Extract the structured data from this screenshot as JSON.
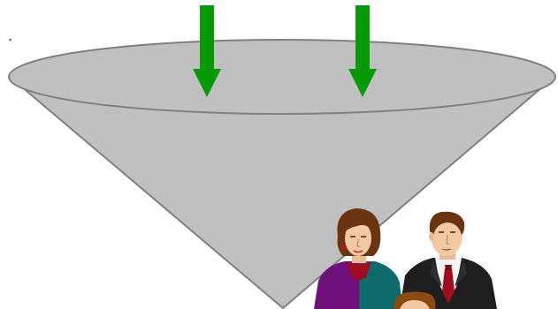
{
  "diagram": {
    "arrows": [
      {
        "name": "left-inflow-arrow",
        "direction": "down"
      },
      {
        "name": "right-inflow-arrow",
        "direction": "down"
      }
    ],
    "funnel": {
      "shape": "inverted-cone"
    },
    "people": [
      "woman-figure",
      "man-figure",
      "child-figure"
    ]
  },
  "colors": {
    "funnel_fill": "#c0c0c0",
    "funnel_stroke": "#808080",
    "arrow_green": "#079a07",
    "woman_jacket_purple": "#6e0f7a",
    "woman_jacket_teal": "#0f6b6b",
    "man_suit": "#1e1e1e",
    "man_tie": "#a00d1f",
    "hair_brown": "#6b3410",
    "skin": "#f2c9a3"
  }
}
